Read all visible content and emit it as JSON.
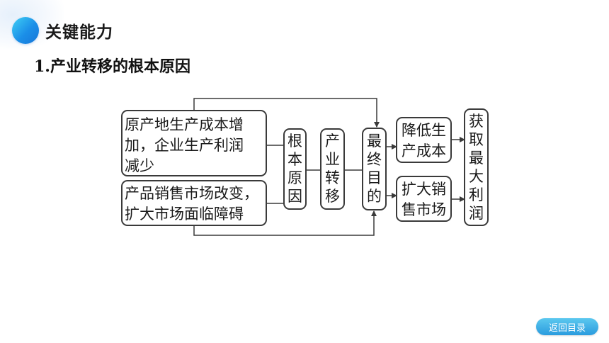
{
  "header": {
    "section_title": "关键能力"
  },
  "heading": "1.产业转移的根本原因",
  "diagram": {
    "causes": [
      [
        "原产地生产成本增",
        "加，企业生产利润",
        "减少"
      ],
      [
        "产品销售市场改变，",
        "扩大市场面临障碍"
      ]
    ],
    "root_cause": [
      "根",
      "本",
      "原",
      "因"
    ],
    "industry_transfer": [
      "产",
      "业",
      "转",
      "移"
    ],
    "ultimate_purpose": [
      "最",
      "终",
      "目",
      "的"
    ],
    "outcomes": [
      [
        "降低生",
        "产成本"
      ],
      [
        "扩大销",
        "售市场"
      ]
    ],
    "final_goal": [
      "获",
      "取",
      "最",
      "大",
      "利",
      "润"
    ]
  },
  "footer": {
    "back_label": "返回目录"
  }
}
